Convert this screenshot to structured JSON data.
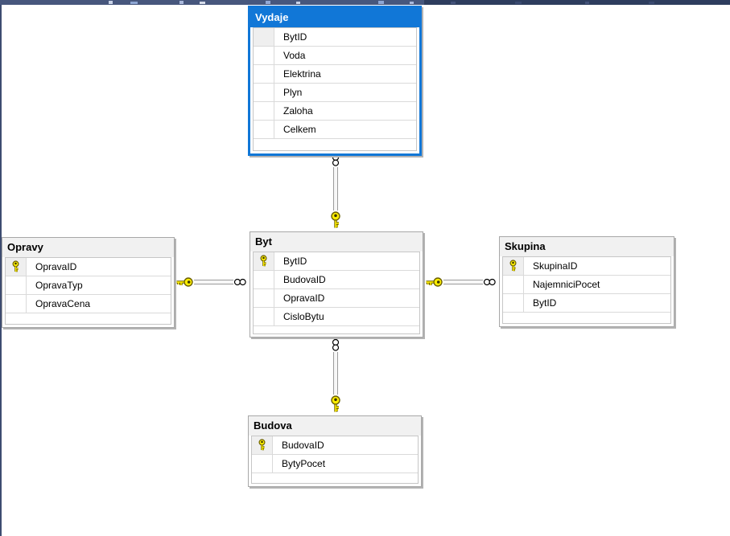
{
  "app": {
    "kind": "database-diagram-designer"
  },
  "colors": {
    "selection_blue": "#1177d7",
    "toolbar_left": "#47577d",
    "toolbar_right": "#2e3d5e",
    "table_border": "#a7a7a7",
    "key_yellow": "#ffee00",
    "key_outline": "#6b6000"
  },
  "tables": {
    "vydaje": {
      "title": "Vydaje",
      "selected": true,
      "fields": [
        {
          "name": "BytID",
          "key": false
        },
        {
          "name": "Voda",
          "key": false
        },
        {
          "name": "Elektrina",
          "key": false
        },
        {
          "name": "Plyn",
          "key": false
        },
        {
          "name": "Zaloha",
          "key": false
        },
        {
          "name": "Celkem",
          "key": false
        }
      ]
    },
    "opravy": {
      "title": "Opravy",
      "selected": false,
      "fields": [
        {
          "name": "OpravaID",
          "key": true
        },
        {
          "name": "OpravaTyp",
          "key": false
        },
        {
          "name": "OpravaCena",
          "key": false
        }
      ]
    },
    "byt": {
      "title": "Byt",
      "selected": false,
      "fields": [
        {
          "name": "BytID",
          "key": true
        },
        {
          "name": "BudovaID",
          "key": false
        },
        {
          "name": "OpravaID",
          "key": false
        },
        {
          "name": "CisloBytu",
          "key": false
        }
      ]
    },
    "skupina": {
      "title": "Skupina",
      "selected": false,
      "fields": [
        {
          "name": "SkupinaID",
          "key": true
        },
        {
          "name": "NajemniciPocet",
          "key": false
        },
        {
          "name": "BytID",
          "key": false
        }
      ]
    },
    "budova": {
      "title": "Budova",
      "selected": false,
      "fields": [
        {
          "name": "BudovaID",
          "key": true
        },
        {
          "name": "BytyPocet",
          "key": false
        }
      ]
    }
  },
  "relations": [
    {
      "id": "byt-vydaje",
      "one_side": "Byt",
      "many_side": "Vydaje",
      "orientation": "vertical"
    },
    {
      "id": "opravy-byt",
      "one_side": "Opravy",
      "many_side": "Byt",
      "orientation": "horizontal"
    },
    {
      "id": "byt-skupina",
      "one_side": "Byt",
      "many_side": "Skupina",
      "orientation": "horizontal"
    },
    {
      "id": "budova-byt",
      "one_side": "Budova",
      "many_side": "Byt",
      "orientation": "vertical"
    }
  ]
}
